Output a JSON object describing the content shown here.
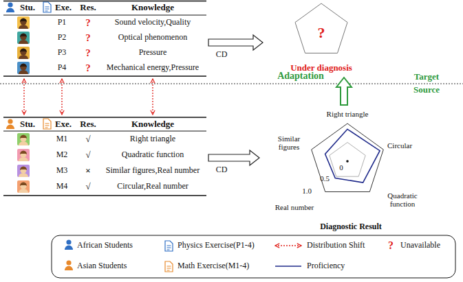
{
  "diagram": {
    "nodes": [
      {
        "text": [
          "Stu.",
          "Exe.",
          "Res.",
          "Knowledge"
        ]
      },
      {
        "text": [
          "?",
          "Under diagnosis"
        ]
      },
      {
        "text": [
          "Stu.",
          "Exe.",
          "Res.",
          "Knowledge"
        ]
      },
      {
        "text": [
          "Diagnostic Result"
        ]
      }
    ],
    "edges": [
      {
        "from": 0,
        "to": 1,
        "label": "CD",
        "arrow": "to"
      },
      {
        "from": 2,
        "to": 3,
        "label": "CD",
        "arrow": "to"
      },
      {
        "from": 3,
        "to": 1,
        "label": "Adaptation",
        "arrow": "to"
      },
      {
        "from": 0,
        "to": 2,
        "arrow": "both"
      },
      {
        "from": 0,
        "to": 2,
        "arrow": "both"
      },
      {
        "from": 0,
        "to": 2,
        "arrow": "both"
      }
    ],
    "labels": [
      "Target",
      "Source",
      "P1",
      "?",
      "Sound velocity,Quality",
      "P2",
      "?",
      "Optical phenomenon",
      "P3",
      "?",
      "Pressure",
      "P4",
      "?",
      "Mechanical energy,Pressure",
      "M1",
      "√",
      "Right triangle",
      "M2",
      "√",
      "Quadratic function",
      "M3",
      "×",
      "Similar figures,Real number",
      "M4",
      "√",
      "Circular,Real number",
      "Right triangle",
      "Circular",
      "Quadratic function",
      "Real number",
      "Similar figures",
      "0",
      "0.5",
      "1.0",
      "?"
    ],
    "legend": [
      {
        "text": "African Students"
      },
      {
        "text": "Asian Students"
      },
      {
        "text": "Physics Exercise(P1-4)"
      },
      {
        "text": "Math Exercise(M1-4)"
      },
      {
        "text": "Distribution Shift"
      },
      {
        "text": "Proficiency"
      },
      {
        "text": "Unavailable"
      }
    ]
  }
}
